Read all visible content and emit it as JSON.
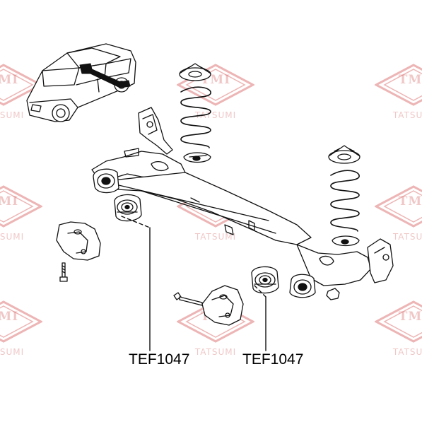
{
  "watermark": {
    "logo": "TMI",
    "brand": "TATSUMI",
    "color": "#e8a3a3"
  },
  "labels": {
    "left_part": "TEF1047",
    "right_part": "TEF1047"
  }
}
